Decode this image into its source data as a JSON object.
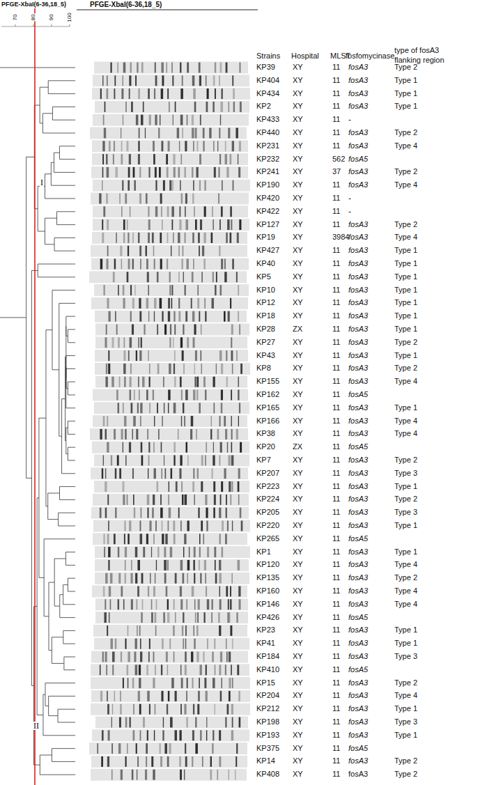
{
  "diagram": {
    "labels": [
      "PFGE-XbaI(6-36,18_5)",
      "PFGE-XbaI(6-36,18_5)",
      "70",
      "80",
      "90",
      "100",
      "Strains",
      "Hospital",
      "MLST",
      "fosfomycinase",
      "type of fosA3 flanking region",
      "KP39",
      "XY",
      "11",
      "fosA3",
      "Type 2",
      "KP404",
      "XY",
      "11",
      "fosA3",
      "Type 1",
      "KP434",
      "XY",
      "11",
      "fosA3",
      "Type 1",
      "KP2",
      "XY",
      "11",
      "fosA3",
      "Type 1",
      "KP433",
      "XY",
      "11",
      "-",
      "KP440",
      "XY",
      "11",
      "fosA3",
      "Type 2",
      "KP231",
      "XY",
      "11",
      "fosA3",
      "Type 4",
      "KP232",
      "XY",
      "562",
      "fosA5",
      "KP241",
      "XY",
      "37",
      "fosA3",
      "Type 2",
      "KP190",
      "XY",
      "11",
      "fosA3",
      "Type 4",
      "KP420",
      "XY",
      "11",
      "-",
      "KP422",
      "XY",
      "11",
      "-",
      "KP127",
      "XY",
      "11",
      "fosA3",
      "Type 2",
      "KP19",
      "XY",
      "3984",
      "fosA3",
      "Type 4",
      "KP427",
      "XY",
      "11",
      "fosA3",
      "Type 1",
      "KP40",
      "XY",
      "11",
      "fosA3",
      "Type 1",
      "KP5",
      "XY",
      "11",
      "fosA3",
      "Type 1",
      "KP10",
      "XY",
      "11",
      "fosA3",
      "Type 1",
      "KP12",
      "XY",
      "11",
      "fosA3",
      "Type 1",
      "KP18",
      "XY",
      "11",
      "fosA3",
      "Type 1",
      "KP28",
      "ZX",
      "11",
      "fosA3",
      "Type 1",
      "KP27",
      "XY",
      "11",
      "fosA3",
      "Type 2",
      "KP43",
      "XY",
      "11",
      "fosA3",
      "Type 1",
      "KP8",
      "XY",
      "11",
      "fosA3",
      "Type 2",
      "KP155",
      "XY",
      "11",
      "fosA3",
      "Type 4",
      "KP162",
      "XY",
      "11",
      "fosA5",
      "KP165",
      "XY",
      "11",
      "fosA3",
      "Type 1",
      "KP166",
      "XY",
      "11",
      "fosA3",
      "Type 4",
      "KP38",
      "XY",
      "11",
      "fosA3",
      "Type 4",
      "KP20",
      "ZX",
      "11",
      "fosA5",
      "KP7",
      "XY",
      "11",
      "fosA3",
      "Type 2",
      "KP207",
      "XY",
      "11",
      "fosA3",
      "Type 3",
      "KP223",
      "XY",
      "11",
      "fosA3",
      "Type 1",
      "KP224",
      "XY",
      "11",
      "fosA3",
      "Type 2",
      "KP205",
      "XY",
      "11",
      "fosA3",
      "Type 3",
      "KP220",
      "XY",
      "11",
      "fosA3",
      "Type 1",
      "KP265",
      "XY",
      "11",
      "fosA5",
      "KP1",
      "XY",
      "11",
      "fosA3",
      "Type 1",
      "KP120",
      "XY",
      "11",
      "fosA3",
      "Type 4",
      "KP135",
      "XY",
      "11",
      "fosA3",
      "Type 2",
      "KP160",
      "XY",
      "11",
      "fosA3",
      "Type 4",
      "KP146",
      "XY",
      "11",
      "fosA3",
      "Type 4",
      "KP426",
      "XY",
      "11",
      "fosA5",
      "KP23",
      "XY",
      "11",
      "fosA3",
      "Type 1",
      "KP41",
      "XY",
      "11",
      "fosA3",
      "Type 1",
      "KP184",
      "XY",
      "11",
      "fosA3",
      "Type 3",
      "KP410",
      "XY",
      "11",
      "fosA5",
      "KP15",
      "XY",
      "11",
      "fosA3",
      "Type 2",
      "KP204",
      "XY",
      "11",
      "fosA3",
      "Type 4",
      "KP212",
      "XY",
      "11",
      "fosA3",
      "Type 1",
      "KP198",
      "XY",
      "11",
      "fosA3",
      "Type 3",
      "KP193",
      "XY",
      "11",
      "fosA3",
      "Type 1",
      "KP375",
      "XY",
      "11",
      "fosA5",
      "KP14",
      "XY",
      "11",
      "fosA3",
      "Type 2",
      "KP408",
      "XY",
      "11",
      "fosA3",
      "Type 2",
      "I",
      "II"
    ]
  }
}
